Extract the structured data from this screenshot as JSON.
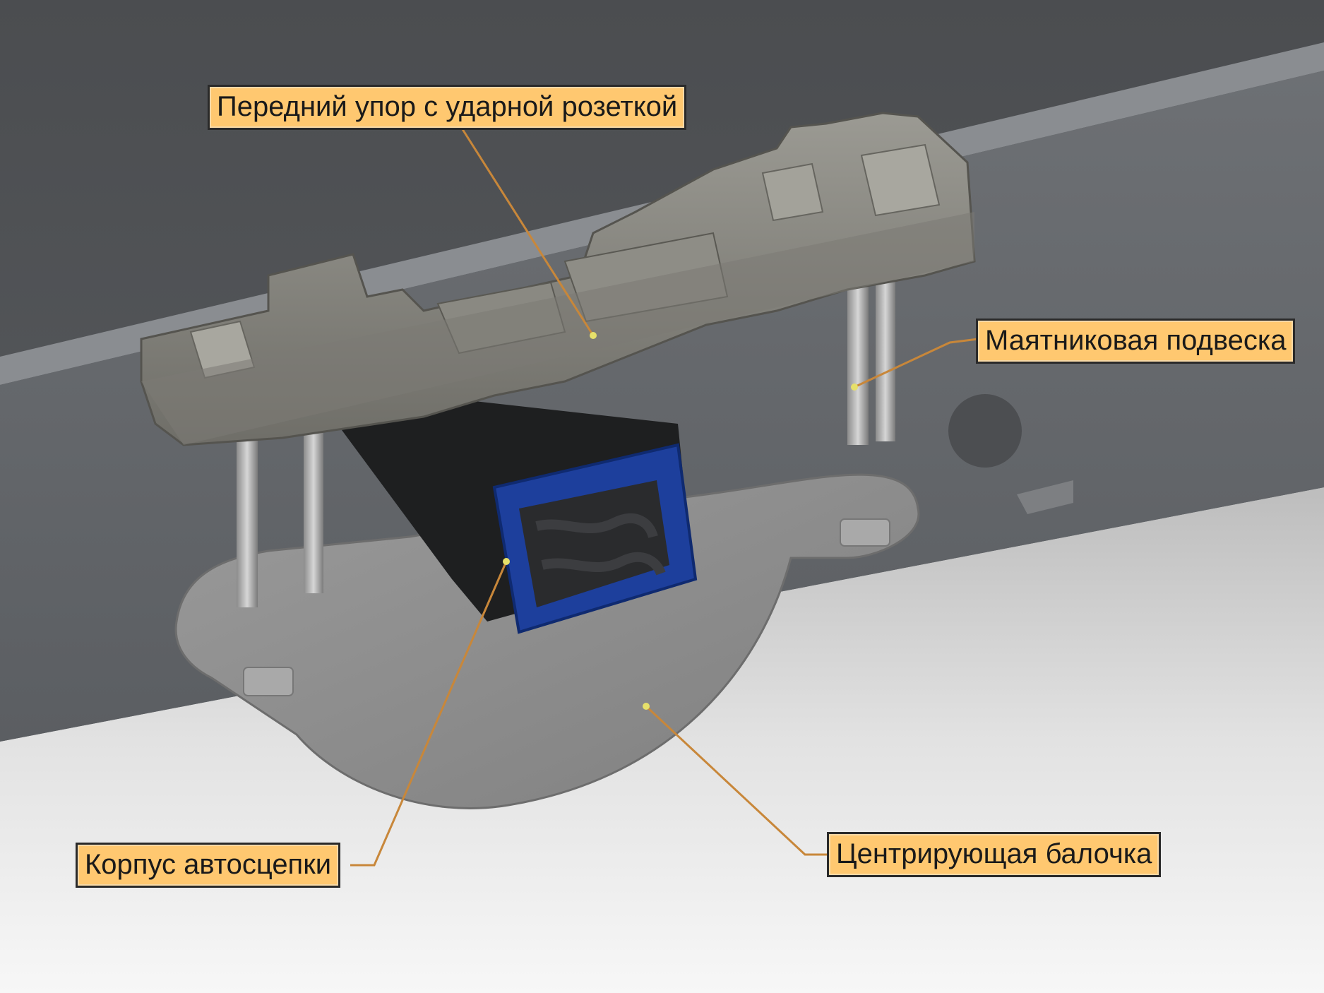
{
  "diagram": {
    "subject": "",
    "labels": {
      "front_stop": "Передний упор с ударной розеткой",
      "pendulum": "Маятниковая подвеска",
      "coupler_body": "Корпус автосцепки",
      "centering_beam": "Центрирующая балочка"
    }
  },
  "colors": {
    "label_fill": "#ffc870",
    "leader_line": "#c8873a",
    "coupler_blue": "#1d3f9c"
  }
}
